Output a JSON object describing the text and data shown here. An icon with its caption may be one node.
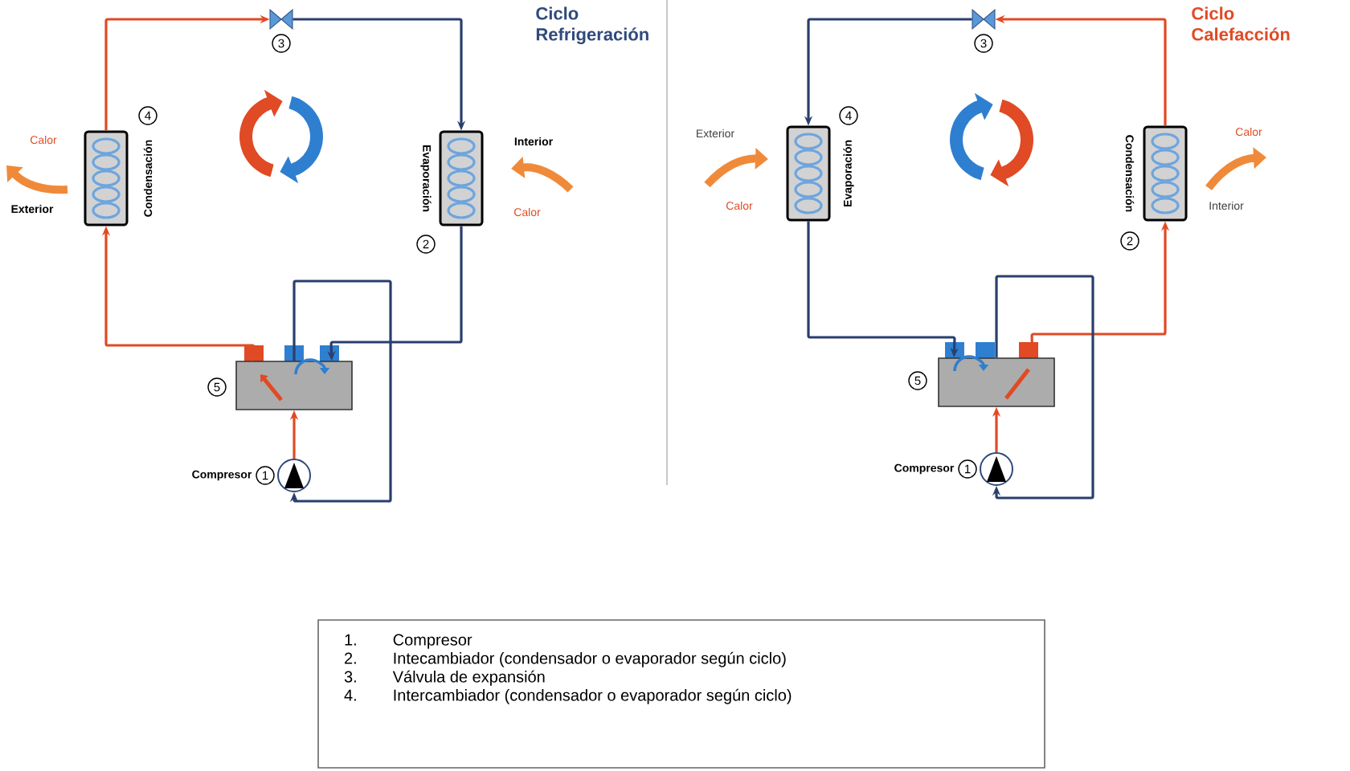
{
  "diagram": {
    "nodes": [
      {
        "text": [],
        "shape": "valve",
        "beside": [
          "3"
        ]
      },
      {
        "text": [],
        "shape": "coil",
        "beside": [
          "4",
          "Condensación"
        ]
      },
      {
        "text": [],
        "shape": "coil",
        "beside": [
          "Evaporación",
          "2"
        ]
      },
      {
        "text": [],
        "shape": "box",
        "beside": [
          "5"
        ]
      },
      {
        "text": [],
        "shape": "circle",
        "beside": [
          "Compresor",
          "1"
        ]
      },
      {
        "text": [],
        "shape": "valve",
        "beside": [
          "3"
        ]
      },
      {
        "text": [],
        "shape": "coil",
        "beside": [
          "4",
          "Evaporación"
        ]
      },
      {
        "text": [],
        "shape": "coil",
        "beside": [
          "Condensación",
          "2"
        ]
      },
      {
        "text": [],
        "shape": "box",
        "beside": [
          "5"
        ]
      },
      {
        "text": [],
        "shape": "circle",
        "beside": [
          "Compresor",
          "1"
        ]
      },
      {
        "text": [
          "1.",
          "Compresor",
          "2.",
          "Intecambiador (condensador o evaporador según ciclo)",
          "3.",
          "Válvula de expansión",
          "4.",
          "Intercambiador (condensador o evaporador según ciclo)"
        ]
      }
    ],
    "edges": [
      {
        "from": 4,
        "to": 3,
        "arrow": "to",
        "color": "#e04a24"
      },
      {
        "from": 3,
        "to": 1,
        "arrow": "to",
        "color": "#e04a24"
      },
      {
        "from": 1,
        "to": 0,
        "arrow": "to",
        "color": "#e04a24"
      },
      {
        "from": 0,
        "to": 2,
        "arrow": "to",
        "color": "#2a3f6e"
      },
      {
        "from": 2,
        "to": 3,
        "arrow": "to",
        "color": "#2a3f6e"
      },
      {
        "from": 3,
        "to": 4,
        "arrow": "to",
        "color": "#2a3f6e"
      },
      {
        "from": 9,
        "to": 8,
        "arrow": "to",
        "color": "#e04a24"
      },
      {
        "from": 8,
        "to": 7,
        "arrow": "to",
        "color": "#e04a24"
      },
      {
        "from": 7,
        "to": 5,
        "arrow": "to",
        "color": "#e04a24"
      },
      {
        "from": 5,
        "to": 6,
        "arrow": "to",
        "color": "#2a3f6e"
      },
      {
        "from": 6,
        "to": 8,
        "arrow": "to",
        "color": "#2a3f6e"
      },
      {
        "from": 8,
        "to": 9,
        "arrow": "to",
        "color": "#2a3f6e"
      }
    ],
    "labels": [
      "Ciclo Refrigeración",
      "Calor",
      "Exterior",
      "Interior",
      "Calor",
      "Ciclo Calefacción",
      "Exterior",
      "Calor",
      "Calor",
      "Interior"
    ]
  }
}
